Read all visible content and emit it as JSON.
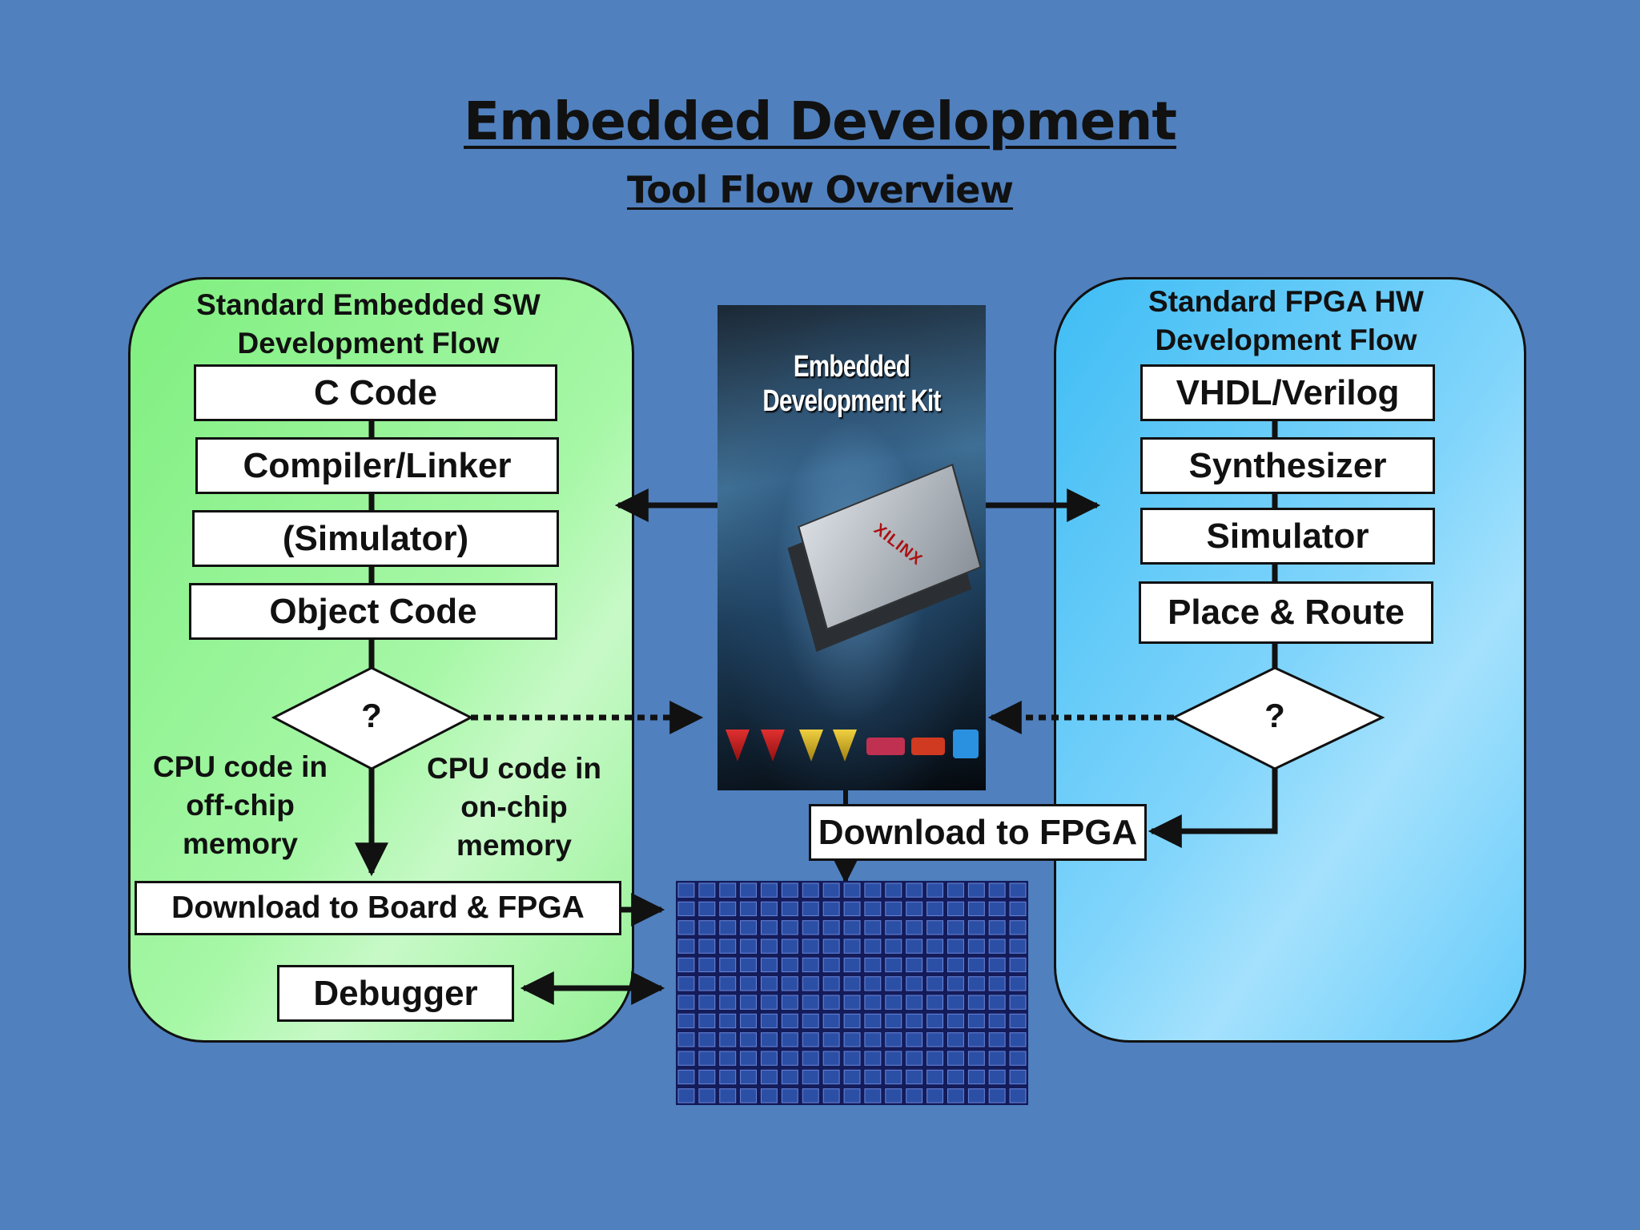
{
  "title": "Embedded Development",
  "subtitle": "Tool Flow Overview",
  "sw_flow": {
    "title_line1": "Standard Embedded SW",
    "title_line2": "Development Flow",
    "steps": [
      "C Code",
      "Compiler/Linker",
      "(Simulator)",
      "Object Code"
    ],
    "decision": "?",
    "left_branch_line1": "CPU code in",
    "left_branch_line2": "off-chip",
    "left_branch_line3": "memory",
    "right_branch_line1": "CPU code in",
    "right_branch_line2": "on-chip",
    "right_branch_line3": "memory",
    "download": "Download to Board & FPGA",
    "debugger": "Debugger"
  },
  "hw_flow": {
    "title_line1": "Standard FPGA HW",
    "title_line2": "Development Flow",
    "steps": [
      "VHDL/Verilog",
      "Synthesizer",
      "Simulator",
      "Place & Route"
    ],
    "decision": "?",
    "download": "Download to FPGA"
  },
  "center": {
    "product_title": "Embedded Development Kit",
    "brand": "XILINX"
  },
  "colors": {
    "background": "#5080be",
    "sw_panel": "#a6f7a6",
    "hw_panel": "#7fd4fb",
    "box_fill": "#ffffff",
    "fpga_chip": "#131b5a"
  }
}
